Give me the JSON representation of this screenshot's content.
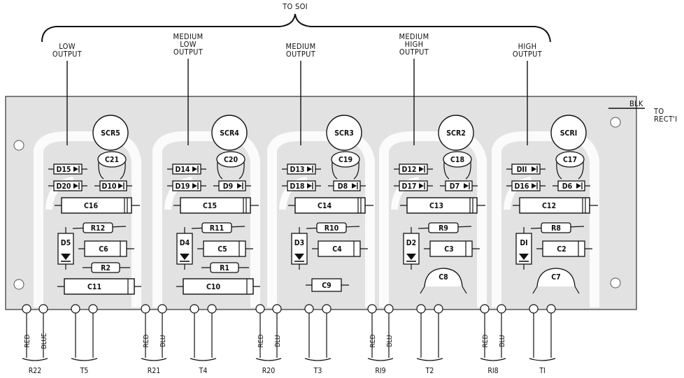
{
  "top_label": "TO SOI",
  "right_label": {
    "line1": "BLK",
    "line2": "TO",
    "line3": "RECT'I"
  },
  "section_labels": [
    {
      "line1": "LOW",
      "line2": "OUTPUT",
      "line3": ""
    },
    {
      "line1": "MEDIUM",
      "line2": "LOW",
      "line3": "OUTPUT"
    },
    {
      "line1": "MEDIUM",
      "line2": "OUTPUT",
      "line3": ""
    },
    {
      "line1": "MEDIUM",
      "line2": "HIGH",
      "line3": "OUTPUT"
    },
    {
      "line1": "HIGH",
      "line2": "OUTPUT",
      "line3": ""
    }
  ],
  "modules": [
    {
      "scr": "SCR5",
      "cap_top": "C21",
      "d_a": "D15",
      "d_b": "D20",
      "d_c": "D10",
      "c_big": "C16",
      "r_a": "R12",
      "d_v": "D5",
      "c_mid": "C6",
      "r_b": "R2",
      "c_low": "C11",
      "c_low_kind": "axial"
    },
    {
      "scr": "SCR4",
      "cap_top": "C20",
      "d_a": "D14",
      "d_b": "D19",
      "d_c": "D9",
      "c_big": "C15",
      "r_a": "R11",
      "d_v": "D4",
      "c_mid": "C5",
      "r_b": "R1",
      "c_low": "C10",
      "c_low_kind": "axial"
    },
    {
      "scr": "SCR3",
      "cap_top": "C19",
      "d_a": "D13",
      "d_b": "D18",
      "d_c": "D8",
      "c_big": "C14",
      "r_a": "R10",
      "d_v": "D3",
      "c_mid": "C4",
      "r_b": "",
      "c_low": "C9",
      "c_low_kind": "small"
    },
    {
      "scr": "SCR2",
      "cap_top": "C18",
      "d_a": "D12",
      "d_b": "D17",
      "d_c": "D7",
      "c_big": "C13",
      "r_a": "R9",
      "d_v": "D2",
      "c_mid": "C3",
      "r_b": "",
      "c_low": "C8",
      "c_low_kind": "disc"
    },
    {
      "scr": "SCRI",
      "cap_top": "C17",
      "d_a": "DII",
      "d_b": "D16",
      "d_c": "D6",
      "c_big": "C12",
      "r_a": "R8",
      "d_v": "DI",
      "c_mid": "C2",
      "r_b": "",
      "c_low": "C7",
      "c_low_kind": "disc"
    }
  ],
  "bottom_wires": [
    {
      "red": "RED",
      "blu": "BLUE",
      "resistor": "R22",
      "transformer": "T5"
    },
    {
      "red": "RED",
      "blu": "BLU",
      "resistor": "R21",
      "transformer": "T4"
    },
    {
      "red": "RED",
      "blu": "BLU",
      "resistor": "R20",
      "transformer": "T3"
    },
    {
      "red": "RED",
      "blu": "BLU",
      "resistor": "RI9",
      "transformer": "T2"
    },
    {
      "red": "RED",
      "blu": "BLU",
      "resistor": "RI8",
      "transformer": "TI"
    }
  ],
  "colors": {
    "board": "#e2e2e2",
    "trace": "#fbfbfb",
    "ink": "#111111",
    "background": "#ffffff"
  }
}
